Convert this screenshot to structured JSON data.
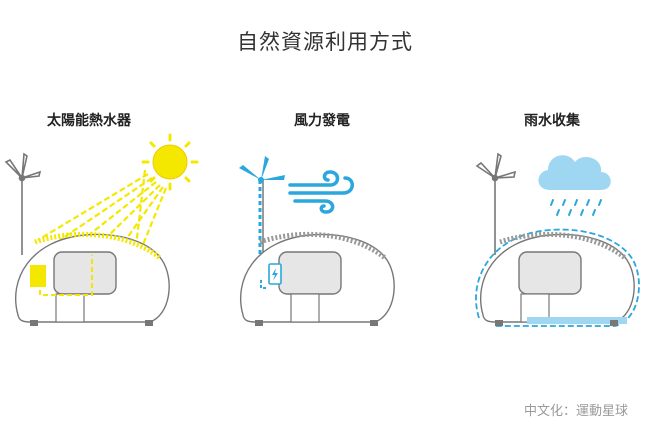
{
  "title": "自然資源利用方式",
  "panels": [
    {
      "label": "太陽能熱水器",
      "icon": "sun-icon"
    },
    {
      "label": "風力發電",
      "icon": "wind-icon"
    },
    {
      "label": "雨水收集",
      "icon": "rain-cloud-icon"
    }
  ],
  "credit": "中文化：運動星球",
  "colors": {
    "solar": "#f4e800",
    "water": "#2aa7dc",
    "rain_light": "#9fd6f2",
    "outline": "#777777"
  }
}
